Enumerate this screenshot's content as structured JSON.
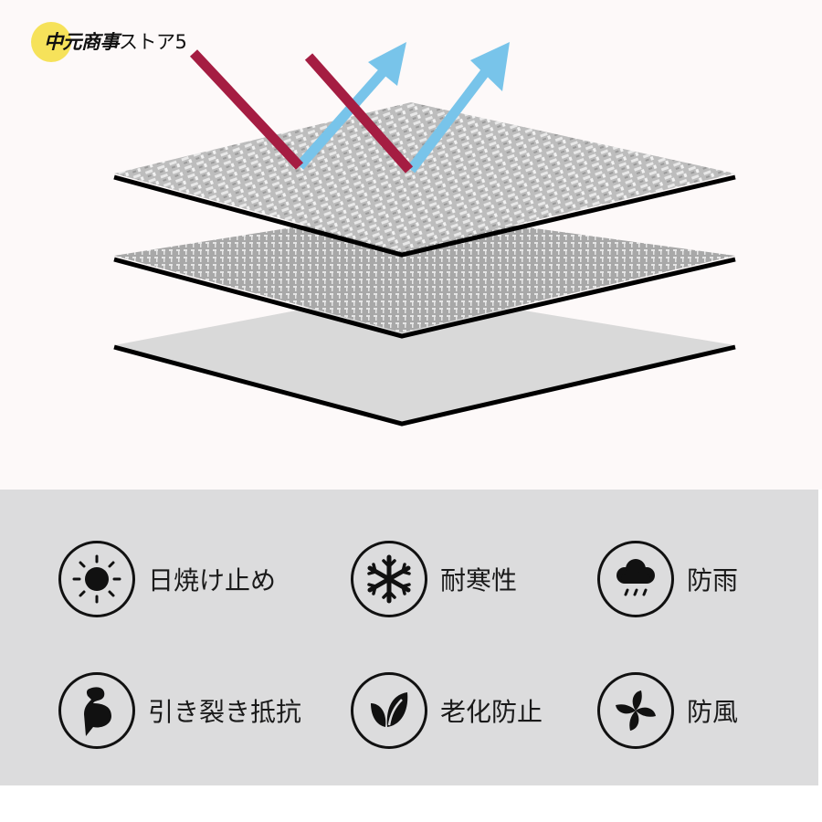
{
  "store": {
    "name_bold": "中元商事",
    "name_rest": "ストア5",
    "badge_color": "#f6e25a"
  },
  "diagram": {
    "layers": [
      "woven-silver-top-layer",
      "mesh-middle-layer",
      "plain-gray-bottom-layer"
    ],
    "incoming_ray_color": "#a51d42",
    "reflected_ray_color": "#78c4ea"
  },
  "features": [
    {
      "icon": "sun-icon",
      "label": "日焼け止め"
    },
    {
      "icon": "snowflake-icon",
      "label": "耐寒性"
    },
    {
      "icon": "rain-cloud-icon",
      "label": "防雨"
    },
    {
      "icon": "muscle-arm-icon",
      "label": "引き裂き抵抗"
    },
    {
      "icon": "leaf-icon",
      "label": "老化防止"
    },
    {
      "icon": "pinwheel-fan-icon",
      "label": "防風"
    }
  ]
}
